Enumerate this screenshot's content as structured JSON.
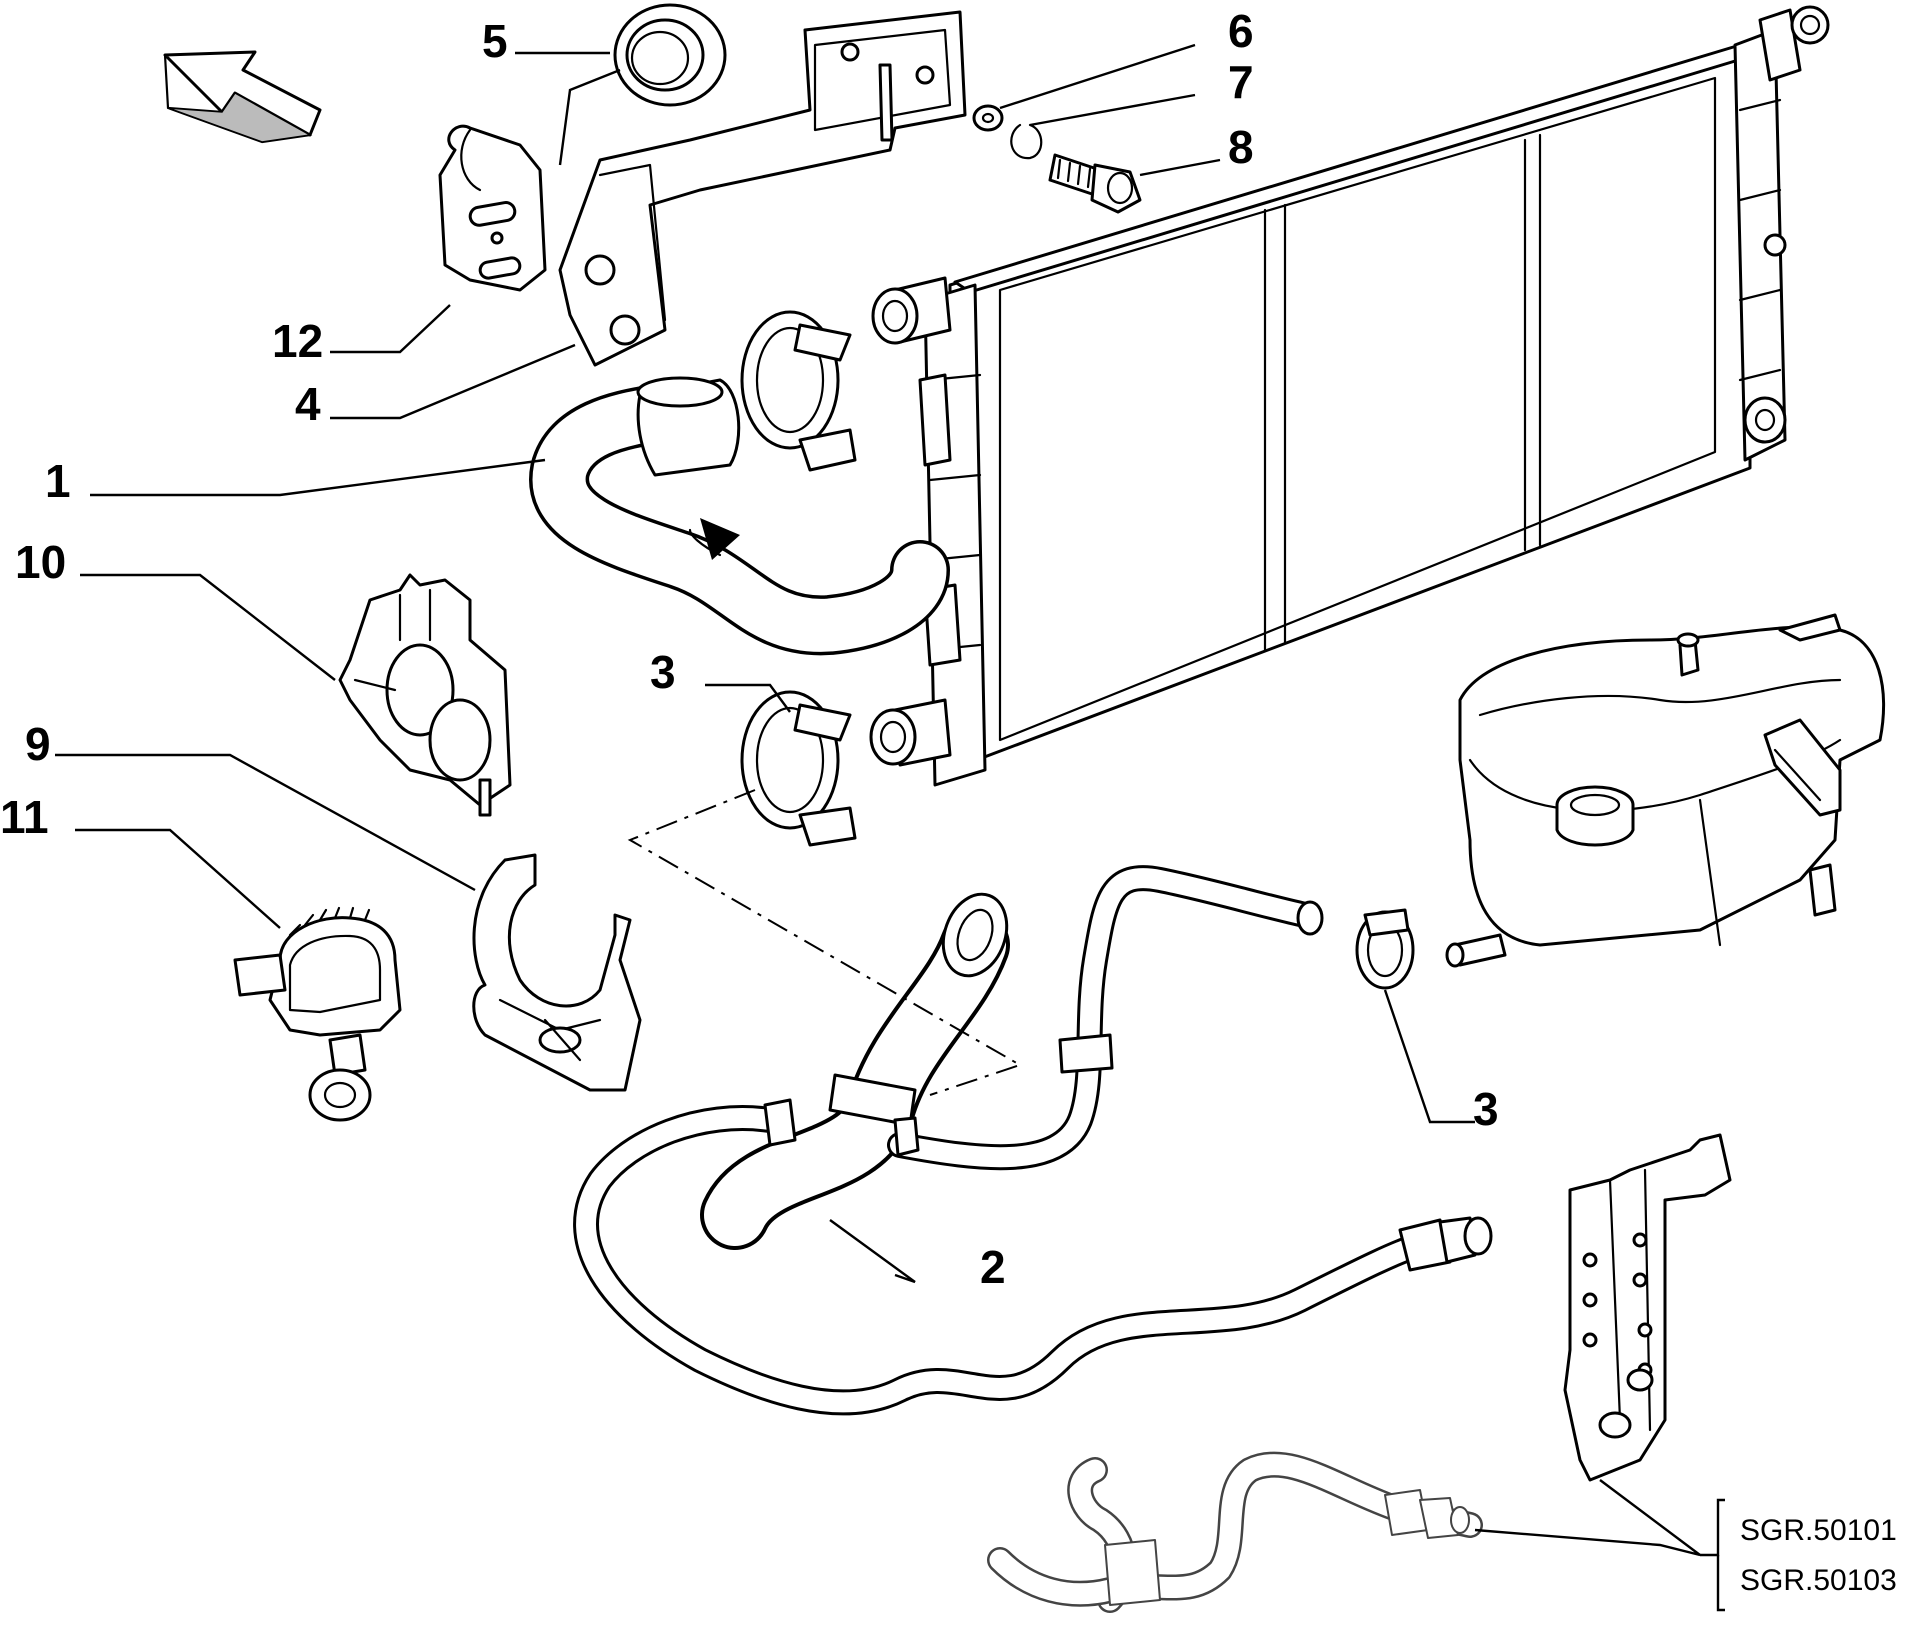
{
  "callouts": {
    "c1": "1",
    "c2": "2",
    "c3a": "3",
    "c3b": "3",
    "c4": "4",
    "c5": "5",
    "c6": "6",
    "c7": "7",
    "c8": "8",
    "c9": "9",
    "c10": "10",
    "c11": "11",
    "c12": "12"
  },
  "references": [
    "SGR.50101",
    "SGR.50103"
  ],
  "colors": {
    "line": "#000000",
    "background": "#ffffff"
  }
}
